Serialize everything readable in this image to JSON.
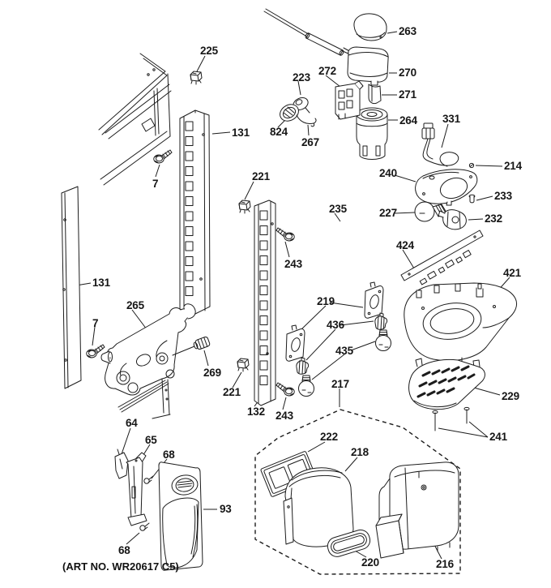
{
  "diagram": {
    "background": "#ffffff",
    "line_color": "#1c1c1c",
    "text_color": "#161616"
  },
  "labels": [
    "225",
    "131",
    "7",
    "223",
    "272",
    "824",
    "267",
    "263",
    "270",
    "271",
    "264",
    "331",
    "240",
    "214",
    "233",
    "227",
    "232",
    "424",
    "421",
    "235",
    "221",
    "243",
    "131",
    "265",
    "7",
    "269",
    "219",
    "436",
    "435",
    "221",
    "132",
    "243",
    "217",
    "229",
    "241",
    "64",
    "65",
    "68",
    "93",
    "68",
    "222",
    "218",
    "220",
    "216"
  ],
  "footer": {
    "art_no": "(ART NO. WR20617 C5)"
  }
}
